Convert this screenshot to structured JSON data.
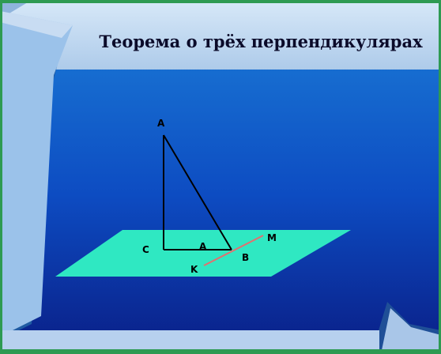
{
  "slide": {
    "title": "Теорема о трёх перпендикулярах"
  },
  "diagram": {
    "labels": {
      "A_top": "A",
      "C": "C",
      "A_foot": "A",
      "B": "B",
      "M": "M",
      "K": "K"
    },
    "colors": {
      "plane": "#2fe8c2",
      "line_km": "#e36f6f",
      "lines": "#000000"
    }
  },
  "theme": {
    "background_top": "#1c7fd8",
    "background_bottom": "#0a1e86",
    "header": "#c2d9f2",
    "frame_green": "#2e9a52"
  }
}
